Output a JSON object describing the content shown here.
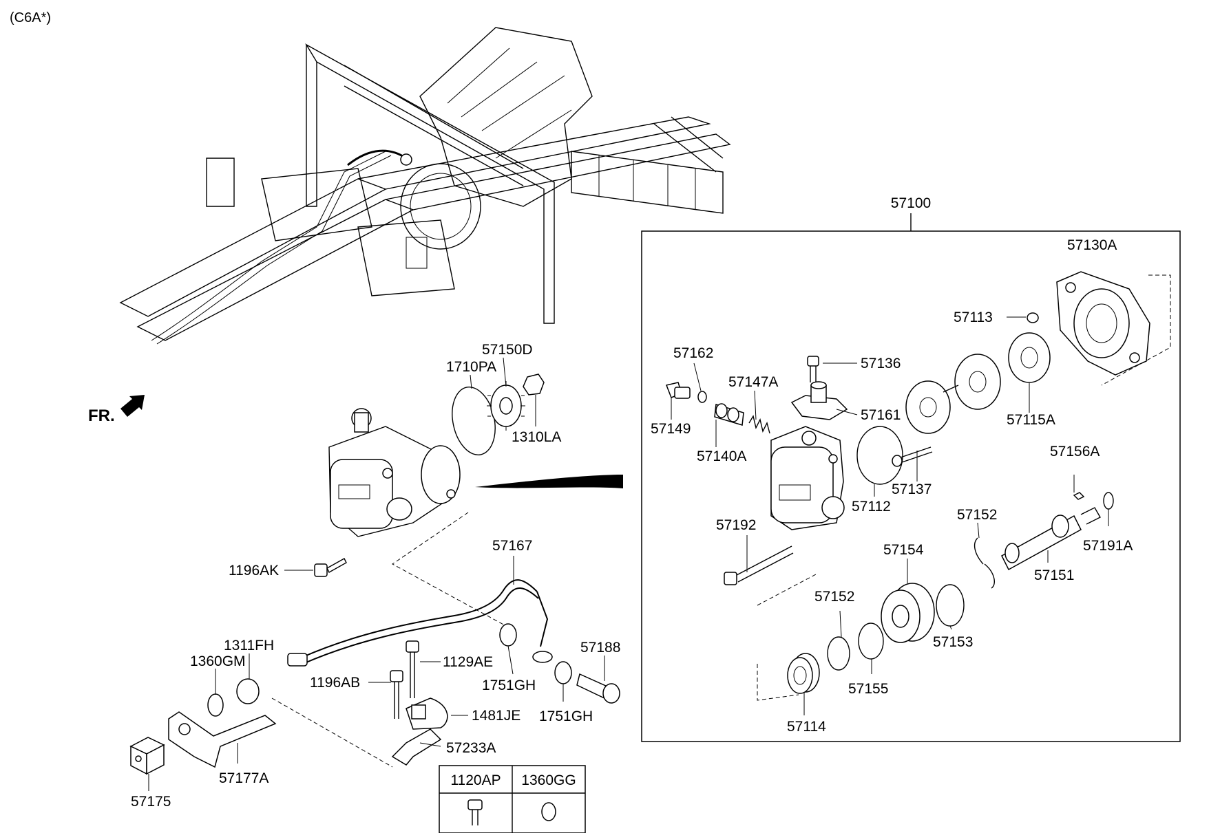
{
  "variant_code": "(C6A*)",
  "front_marker": "FR.",
  "assembly_label": "57100",
  "callouts": {
    "p57150D": "57150D",
    "p1710PA": "1710PA",
    "p1310LA": "1310LA",
    "p1196AK": "1196AK",
    "p57167": "57167",
    "p1311FH": "1311FH",
    "p1360GM": "1360GM",
    "p1129AE": "1129AE",
    "p1196AB": "1196AB",
    "p1751GH_a": "1751GH",
    "p1751GH_b": "1751GH",
    "p57188": "57188",
    "p1481JE": "1481JE",
    "p57233A": "57233A",
    "p57177A": "57177A",
    "p57175": "57175",
    "p57130A": "57130A",
    "p57113": "57113",
    "p57162": "57162",
    "p57136": "57136",
    "p57147A": "57147A",
    "p57161": "57161",
    "p57149": "57149",
    "p57140A": "57140A",
    "p57115A": "57115A",
    "p57137": "57137",
    "p57156A": "57156A",
    "p57112": "57112",
    "p57152_a": "57152",
    "p57192": "57192",
    "p57154": "57154",
    "p57191A": "57191A",
    "p57151": "57151",
    "p57152_b": "57152",
    "p57153": "57153",
    "p57155": "57155",
    "p57114": "57114"
  },
  "legend": {
    "col1": "1120AP",
    "col2": "1360GG"
  }
}
